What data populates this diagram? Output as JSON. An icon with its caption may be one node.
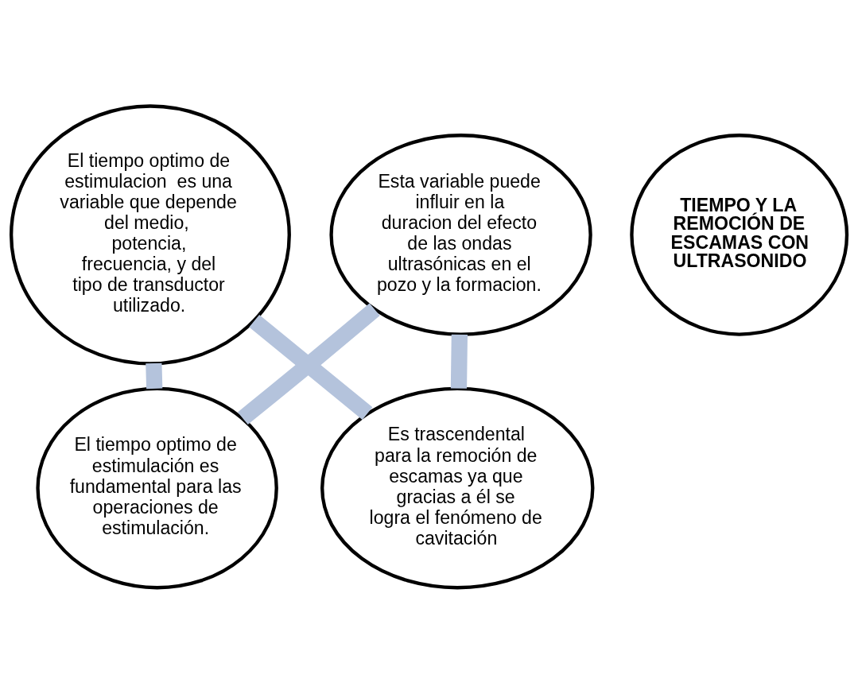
{
  "diagram": {
    "nodes": [
      {
        "text": [
          "El tiempo optimo de estimulación es fundamental para las operaciones de estimulación."
        ]
      },
      {
        "text": [
          "El tiempo optimo de estimulacion  es una variable que depende  del medio, potencia, frecuencia, y del tipo de transductor utilizado."
        ]
      },
      {
        "text": [
          "TIEMPO Y LA REMOCIÓN DE ESCAMAS CON ULTRASONIDO"
        ]
      },
      {
        "text": [
          "Esta variable puede influir en la duracion del efecto de las ondas ultrasónicas en el pozo y la formacion."
        ]
      },
      {
        "text": [
          "Es trascendental para la remoción de escamas ya que gracias a él se logra el fenómeno de cavitación"
        ]
      }
    ],
    "edges": [
      {
        "from": 0,
        "to": 3,
        "arrow": "none"
      },
      {
        "from": 3,
        "to": 4,
        "arrow": "none"
      },
      {
        "from": 4,
        "to": 1,
        "arrow": "none"
      },
      {
        "from": 1,
        "to": 0,
        "arrow": "none"
      }
    ]
  }
}
